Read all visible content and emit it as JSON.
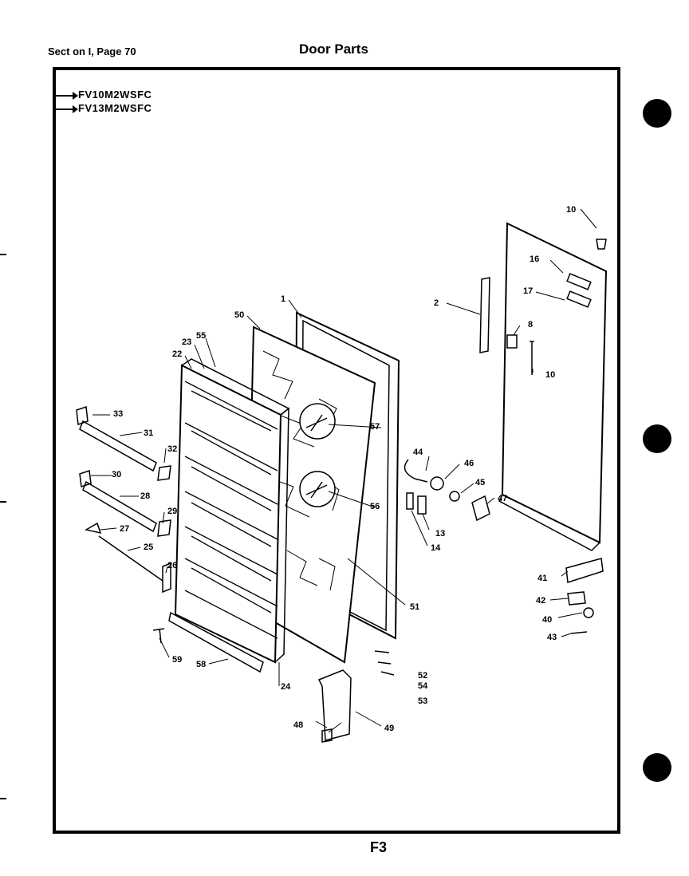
{
  "header": {
    "section": "Sect on I, Page 70",
    "title": "Door Parts"
  },
  "models": [
    "FV10M2WSFC",
    "FV13M2WSFC"
  ],
  "footer": {
    "page_code": "F3"
  },
  "callouts": [
    {
      "id": "c1",
      "text": "1"
    },
    {
      "id": "c2",
      "text": "2"
    },
    {
      "id": "c8",
      "text": "8"
    },
    {
      "id": "c10a",
      "text": "10"
    },
    {
      "id": "c10b",
      "text": "10"
    },
    {
      "id": "c16",
      "text": "16"
    },
    {
      "id": "c17",
      "text": "17"
    },
    {
      "id": "c13",
      "text": "13"
    },
    {
      "id": "c14",
      "text": "14"
    },
    {
      "id": "c22",
      "text": "22"
    },
    {
      "id": "c23",
      "text": "23"
    },
    {
      "id": "c24",
      "text": "24"
    },
    {
      "id": "c25",
      "text": "25"
    },
    {
      "id": "c26",
      "text": "26"
    },
    {
      "id": "c27",
      "text": "27"
    },
    {
      "id": "c28",
      "text": "28"
    },
    {
      "id": "c29",
      "text": "29"
    },
    {
      "id": "c30",
      "text": "30"
    },
    {
      "id": "c31",
      "text": "31"
    },
    {
      "id": "c32",
      "text": "32"
    },
    {
      "id": "c33",
      "text": "33"
    },
    {
      "id": "c40",
      "text": "40"
    },
    {
      "id": "c41",
      "text": "41"
    },
    {
      "id": "c42",
      "text": "42"
    },
    {
      "id": "c43",
      "text": "43"
    },
    {
      "id": "c44",
      "text": "44"
    },
    {
      "id": "c45",
      "text": "45"
    },
    {
      "id": "c46",
      "text": "46"
    },
    {
      "id": "c47",
      "text": "47"
    },
    {
      "id": "c48",
      "text": "48"
    },
    {
      "id": "c49",
      "text": "49"
    },
    {
      "id": "c50",
      "text": "50"
    },
    {
      "id": "c51",
      "text": "51"
    },
    {
      "id": "c52",
      "text": "52"
    },
    {
      "id": "c53",
      "text": "53"
    },
    {
      "id": "c54",
      "text": "54"
    },
    {
      "id": "c55",
      "text": "55"
    },
    {
      "id": "c56",
      "text": "56"
    },
    {
      "id": "c57",
      "text": "57"
    },
    {
      "id": "c58",
      "text": "58"
    },
    {
      "id": "c59",
      "text": "59"
    }
  ]
}
